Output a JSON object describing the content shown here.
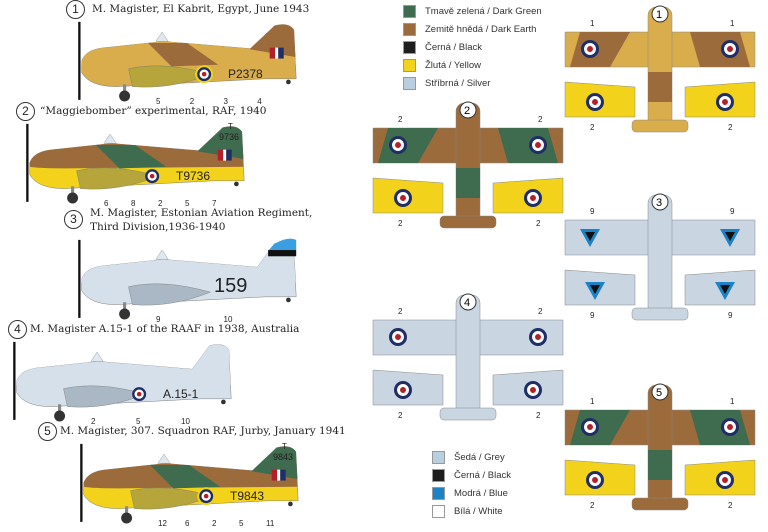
{
  "colors": {
    "dark_green": "#3f6b4f",
    "dark_earth": "#9c6b3c",
    "black": "#1e1e1e",
    "yellow": "#f2d21a",
    "silver": "#b9cfe0",
    "grey": "#b9cfe0",
    "blue": "#1b82c6",
    "white": "#ffffff",
    "desert": "#d9ad4c",
    "roundel_red": "#b3202a",
    "roundel_blue": "#1f2f66"
  },
  "legend_top": [
    {
      "label": "Tmavě zelená / Dark Green",
      "color": "#3f6b4f"
    },
    {
      "label": "Zemitě hnědá / Dark Earth",
      "color": "#9c6b3c"
    },
    {
      "label": "Černá / Black",
      "color": "#1e1e1e"
    },
    {
      "label": "Žlutá / Yellow",
      "color": "#f2d21a"
    },
    {
      "label": "Stříbrná / Silver",
      "color": "#b9cfe0"
    }
  ],
  "legend_bottom": [
    {
      "label": "Šedá / Grey",
      "color": "#b9cfe0"
    },
    {
      "label": "Černá / Black",
      "color": "#1e1e1e"
    },
    {
      "label": "Modrá / Blue",
      "color": "#1b82c6"
    },
    {
      "label": "Bílá / White",
      "color": "#ffffff"
    }
  ],
  "profiles": [
    {
      "number": "1",
      "title": "M. Magister, El Kabrit, Egypt, June 1943",
      "serial": "P2378",
      "callouts": [
        "5",
        "2",
        "3",
        "4"
      ]
    },
    {
      "number": "2",
      "title": "“Maggiebomber” experimental, RAF, 1940",
      "serial": "T9736",
      "tail_code": "T",
      "tail_serial": "9736",
      "callouts": [
        "6",
        "8",
        "2",
        "5",
        "7"
      ]
    },
    {
      "number": "3",
      "title_line1": "M. Magister, Estonian Aviation Regiment,",
      "title_line2": "Third Division,1936-1940",
      "serial": "159",
      "callouts": [
        "9",
        "10"
      ]
    },
    {
      "number": "4",
      "title": "M. Magister A.15-1 of the RAAF in 1938, Australia",
      "serial": "A.15-1",
      "callouts": [
        "2",
        "5",
        "10"
      ]
    },
    {
      "number": "5",
      "title": "M. Magister, 307. Squadron RAF, Jurby, January 1941",
      "serial": "T9843",
      "tail_code": "T",
      "tail_serial": "9843",
      "callouts": [
        "12",
        "6",
        "2",
        "5",
        "11"
      ]
    }
  ],
  "top_views": [
    {
      "number": "1",
      "callouts": [
        "1",
        "1",
        "2",
        "2"
      ]
    },
    {
      "number": "2",
      "callouts": [
        "2",
        "2",
        "2",
        "2"
      ]
    },
    {
      "number": "3",
      "callouts": [
        "9",
        "9",
        "9",
        "9"
      ]
    },
    {
      "number": "4",
      "callouts": [
        "2",
        "2",
        "2",
        "2"
      ]
    },
    {
      "number": "5",
      "callouts": [
        "1",
        "1",
        "2",
        "2"
      ]
    }
  ]
}
